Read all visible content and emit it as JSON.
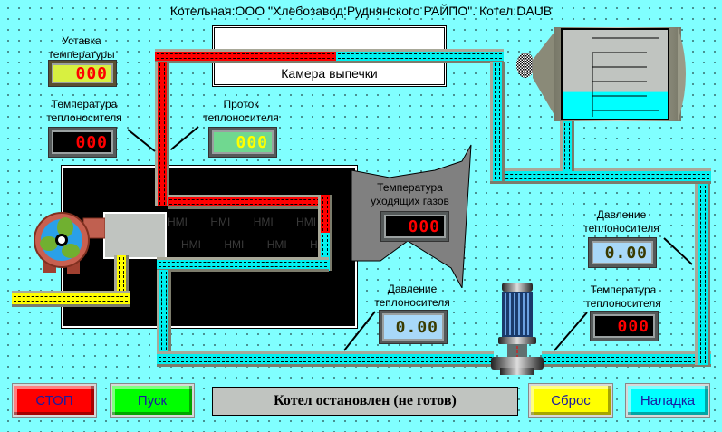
{
  "header": {
    "title": "Котельная:ООО \"Хлебозавод:Руднянского РАЙПО\". Котел:DAUB"
  },
  "oven": {
    "label": "Камера выпечки"
  },
  "indicators": {
    "setpoint": {
      "label_line1": "Уставка",
      "label_line2": "температуры",
      "value": "000"
    },
    "coolant_temp_left": {
      "label_line1": "Температура",
      "label_line2": "теплоносителя",
      "value": "000"
    },
    "coolant_flow": {
      "label_line1": "Проток",
      "label_line2": "теплоносителя",
      "value": "000"
    },
    "flue_gas_temp": {
      "label_line1": "Температура",
      "label_line2": "уходящих газов",
      "value": "000"
    },
    "coolant_pressure_right": {
      "label_line1": "Давление",
      "label_line2": "теплоносителя",
      "value": "0.00"
    },
    "coolant_pressure_bottom": {
      "label_line1": "Давление",
      "label_line2": "теплоносителя",
      "value": "0.00"
    },
    "coolant_temp_right": {
      "label_line1": "Температура",
      "label_line2": "теплоносителя",
      "value": "000"
    }
  },
  "tank": {
    "level_percent": 30
  },
  "watermark": "HMI",
  "status": {
    "text": "Котел остановлен (не готов)"
  },
  "buttons": {
    "stop": {
      "label": "СТОП",
      "color": "#ff0000"
    },
    "start": {
      "label": "Пуск",
      "color": "#00ff00"
    },
    "reset": {
      "label": "Сброс",
      "color": "#ffff00"
    },
    "setup": {
      "label": "Наладка",
      "color": "#00ffff"
    }
  },
  "colors": {
    "background": "#80ffff",
    "hot_pipe": "#ff0000",
    "cold_pipe": "#00f0f0",
    "fuel_pipe": "#ffff00",
    "furnace": "#000000"
  }
}
